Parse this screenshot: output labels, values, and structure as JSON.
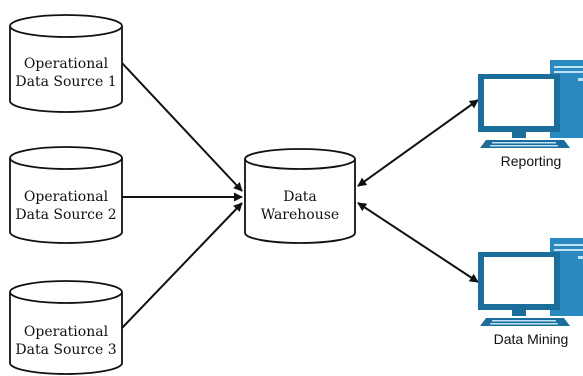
{
  "colors": {
    "stroke": "#111111",
    "monitor_frame": "#1b6e9c",
    "monitor_screen": "#ffffff",
    "tower": "#2a8ac0"
  },
  "sources": [
    {
      "line1": "Operational",
      "line2": "Data Source 1"
    },
    {
      "line1": "Operational",
      "line2": "Data Source 2"
    },
    {
      "line1": "Operational",
      "line2": "Data Source 3"
    }
  ],
  "warehouse": {
    "line1": "Data",
    "line2": "Warehouse"
  },
  "outputs": [
    {
      "label": "Reporting",
      "icon": "computer-icon"
    },
    {
      "label": "Data Mining",
      "icon": "computer-icon"
    }
  ]
}
